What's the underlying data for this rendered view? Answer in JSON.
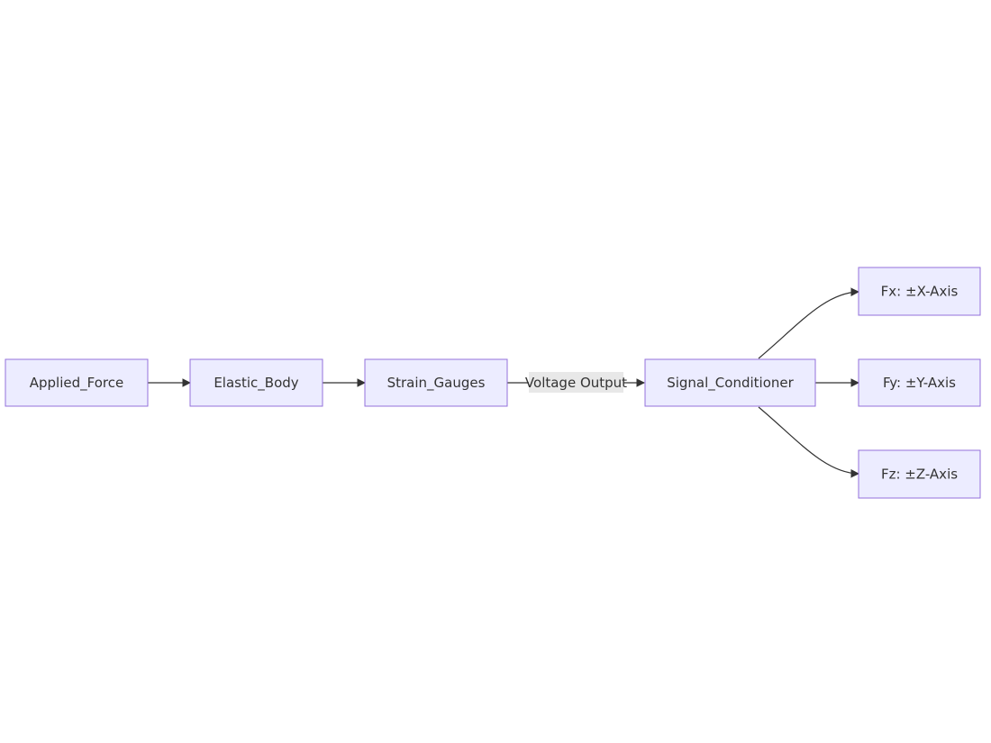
{
  "nodes": {
    "applied_force": {
      "label": "Applied_Force"
    },
    "elastic_body": {
      "label": "Elastic_Body"
    },
    "strain_gauges": {
      "label": "Strain_Gauges"
    },
    "signal_conditioner": {
      "label": "Signal_Conditioner"
    },
    "fx": {
      "label": "Fx: ±X-Axis"
    },
    "fy": {
      "label": "Fy: ±Y-Axis"
    },
    "fz": {
      "label": "Fz: ±Z-Axis"
    }
  },
  "edges": {
    "gauges_to_conditioner": {
      "label": "Voltage Output"
    }
  },
  "colors": {
    "node_fill": "#ececff",
    "node_stroke": "#9370db",
    "edge": "#333333",
    "edge_label_bg": "#e8e8e8",
    "text": "#333333"
  }
}
